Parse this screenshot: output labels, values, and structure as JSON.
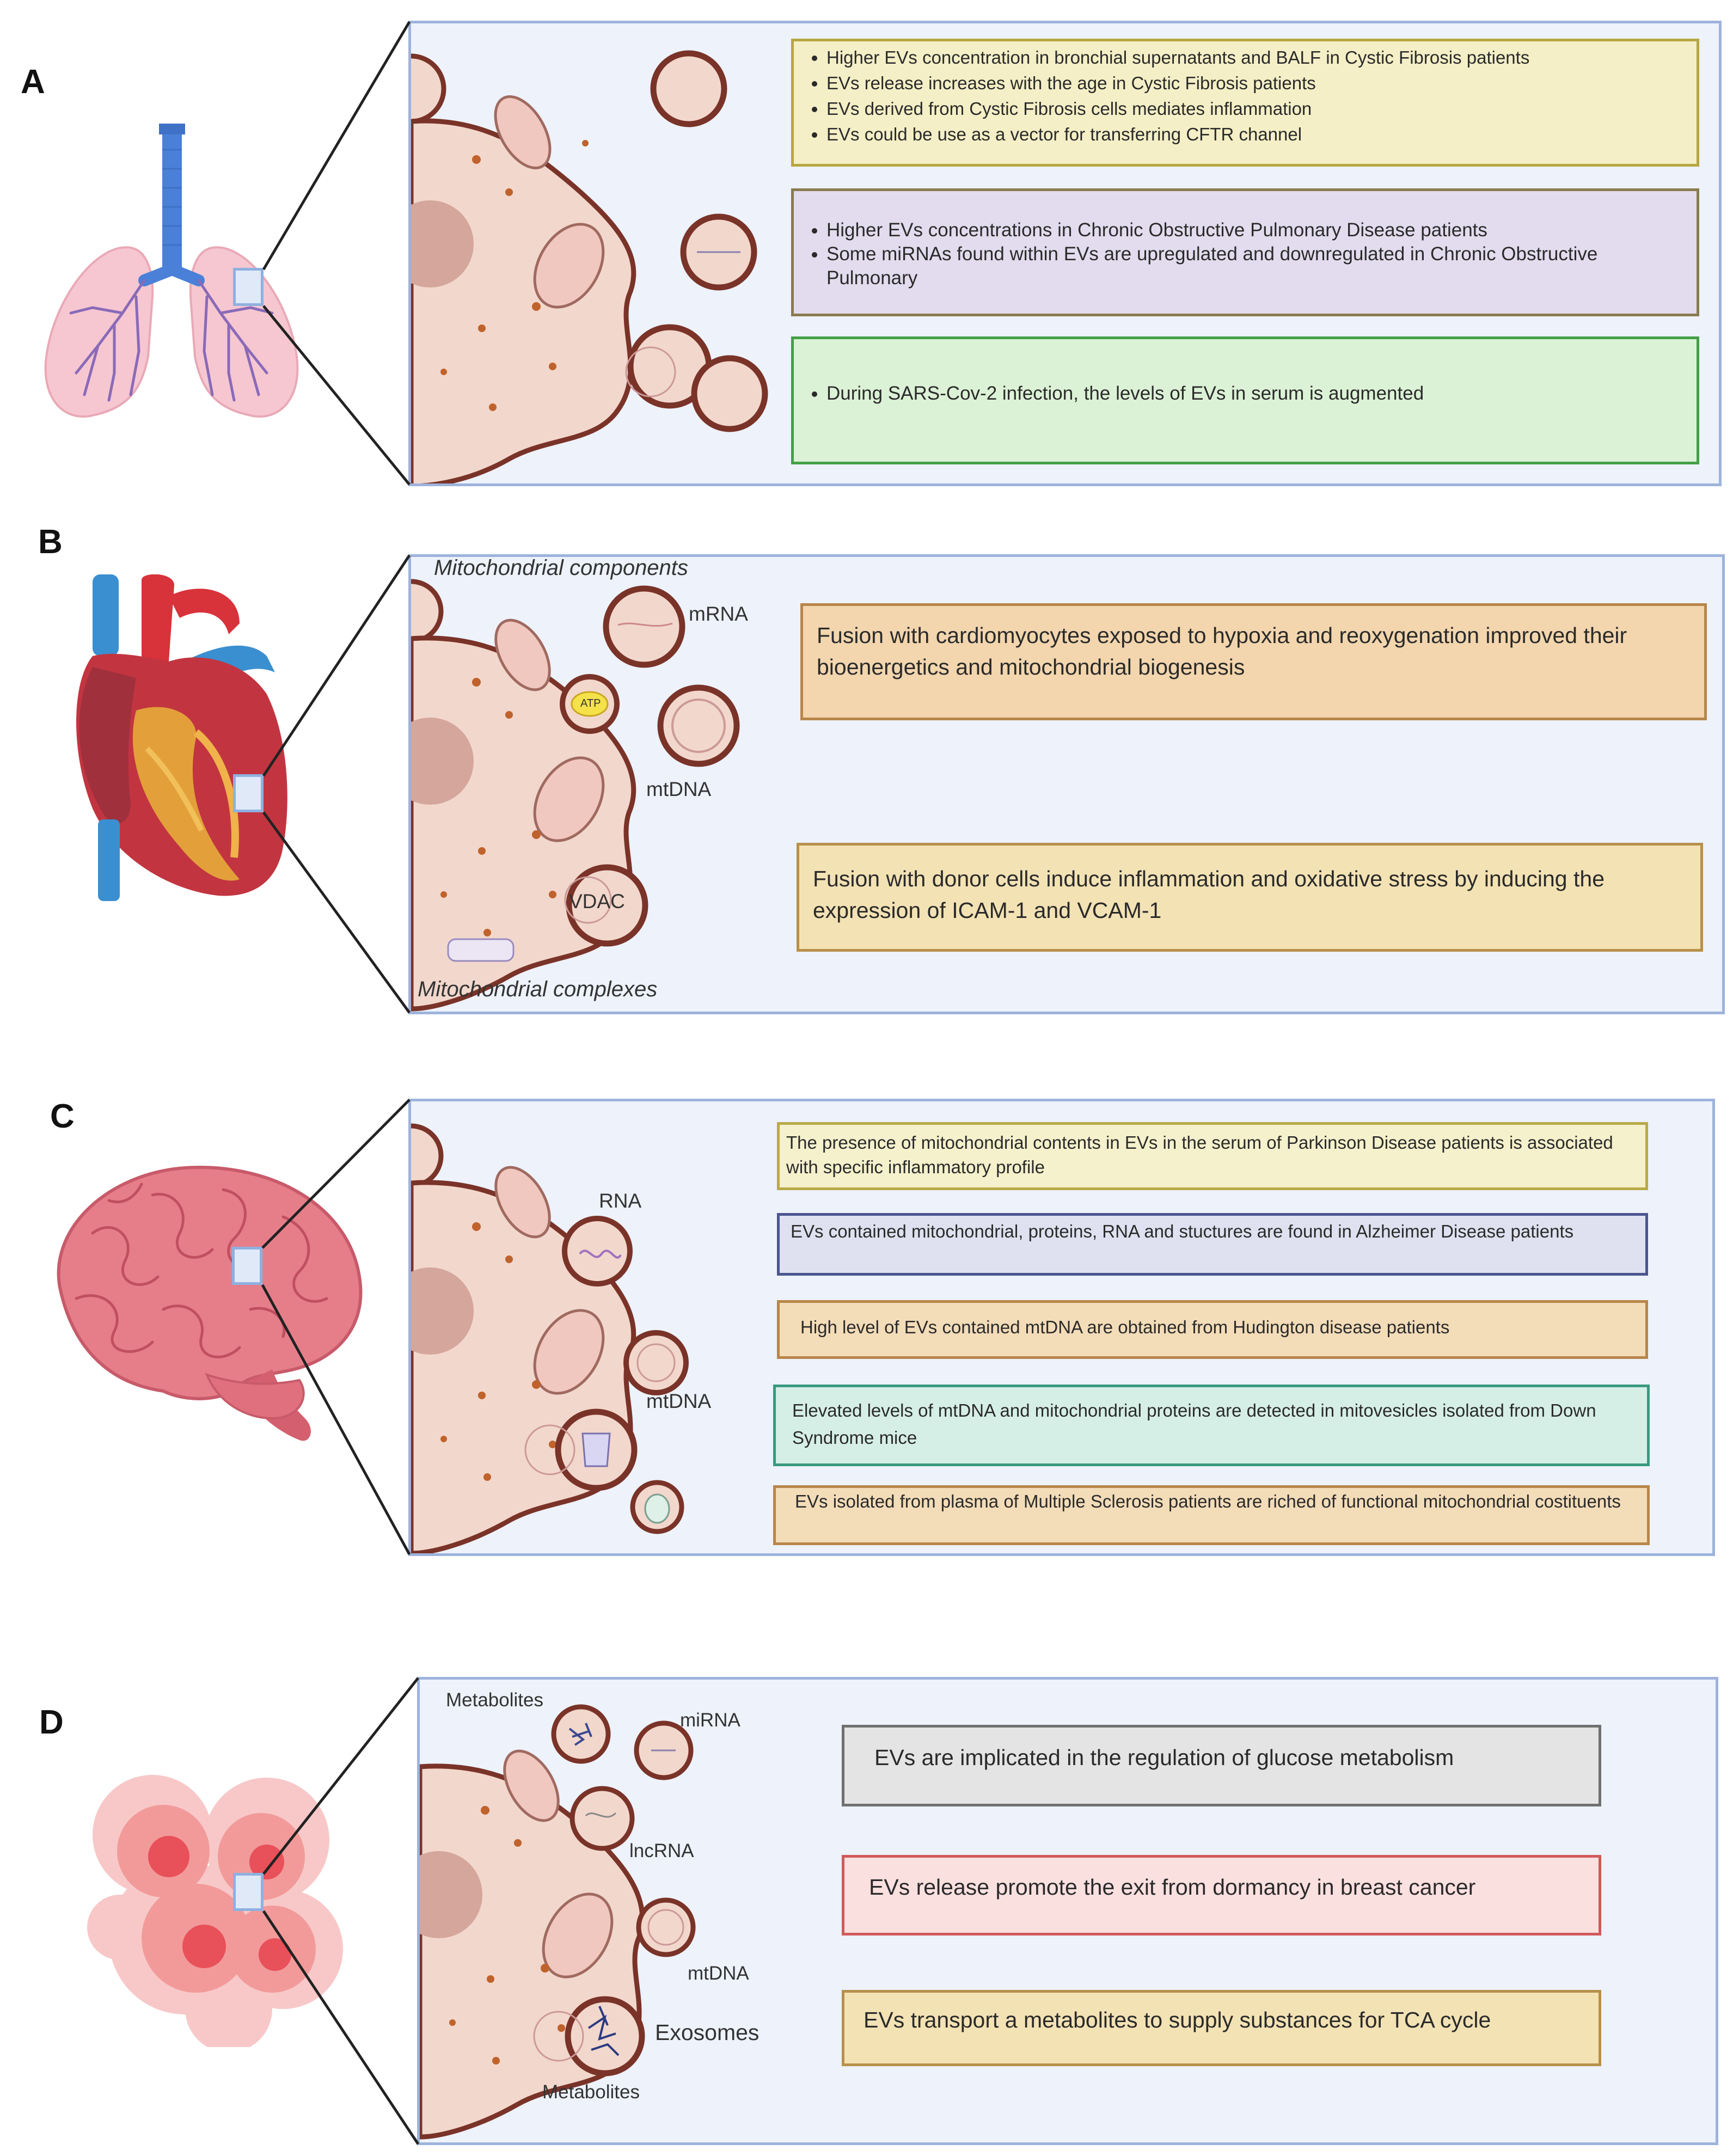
{
  "panels": {
    "a": {
      "letter": "A",
      "boxes": [
        {
          "items": [
            "Higher EVs concentration  in bronchial supernatants and BALF in Cystic Fibrosis patients",
            "EVs release increases with the age in Cystic Fibrosis patients",
            "EVs derived from Cystic Fibrosis cells mediates inflammation",
            "EVs could be use as a vector for transferring CFTR channel"
          ],
          "fill": "#f4efc6",
          "border": "#b8a640"
        },
        {
          "items": [
            "Higher EVs concentrations in Chronic Obstructive Pulmonary Disease patients",
            "Some miRNAs found within EVs are upregulated and downregulated in Chronic Obstructive Pulmonary"
          ],
          "fill": "#e2dcee",
          "border": "#8a7b50"
        },
        {
          "items": [
            "During SARS-Cov-2 infection, the levels of EVs in serum is augmented"
          ],
          "fill": "#dcf2d6",
          "border": "#43a047"
        }
      ]
    },
    "b": {
      "letter": "B",
      "labels": {
        "mito_components": "Mitochondrial components",
        "mrna": "mRNA",
        "atp": "ATP",
        "mtdna": "mtDNA",
        "vdac": "VDAC",
        "mito_complexes": "Mitochondrial complexes"
      },
      "boxes": [
        {
          "text": "Fusion with cardiomyocytes exposed to hypoxia and reoxygenation improved their bioenergetics and mitochondrial biogenesis",
          "fill": "#f3d6ae",
          "border": "#b8864a"
        },
        {
          "text": "Fusion with donor cells induce inflammation and oxidative stress by inducing the expression of ICAM-1 and VCAM-1",
          "fill": "#f3e2b4",
          "border": "#b8904a"
        }
      ]
    },
    "c": {
      "letter": "C",
      "labels": {
        "rna": "RNA",
        "mtdna": "mtDNA"
      },
      "boxes": [
        {
          "text": "The presence of mitochondrial contents in EVs in the serum of Parkinson Disease patients is associated with specific inflammatory profile",
          "fill": "#f5f1cc",
          "border": "#b9a94a"
        },
        {
          "text": "EVs contained mitochondrial, proteins, RNA and stuctures are found in Alzheimer Disease patients",
          "fill": "#dfe1f0",
          "border": "#4a5590"
        },
        {
          "text": "High level of EVs contained mtDNA are obtained from Hudington disease patients",
          "fill": "#f3dcb8",
          "border": "#b8864a"
        },
        {
          "text": "Elevated levels of mtDNA and mitochondrial proteins are detected in mitovesicles isolated from Down Syndrome mice",
          "fill": "#d6efe6",
          "border": "#3a9a80"
        },
        {
          "text": "EVs isolated from plasma of Multiple Sclerosis patients are riched of functional mitochondrial costituents",
          "fill": "#f3dcb8",
          "border": "#b8864a"
        }
      ]
    },
    "d": {
      "letter": "D",
      "labels": {
        "metabolites_top": "Metabolites",
        "mirna": "miRNA",
        "lncrna": "lncRNA",
        "mtdna": "mtDNA",
        "exosomes": "Exosomes",
        "metabolites_bottom": "Metabolites"
      },
      "boxes": [
        {
          "text": "EVs are implicated in the regulation of glucose metabolism",
          "fill": "#e4e4e4",
          "border": "#707070"
        },
        {
          "text": "EVs release promote the exit from dormancy in breast cancer",
          "fill": "#fbe0e0",
          "border": "#d05a5a"
        },
        {
          "text": "EVs transport a metabolites to supply substances for TCA cycle",
          "fill": "#f3e2b4",
          "border": "#b8904a"
        }
      ]
    }
  },
  "colors": {
    "cell_fill": "#f2d7cc",
    "cell_border": "#7a3328",
    "panel_bg": "#edf2fb",
    "panel_border": "#9db3dc",
    "granule": "#c0622b"
  }
}
